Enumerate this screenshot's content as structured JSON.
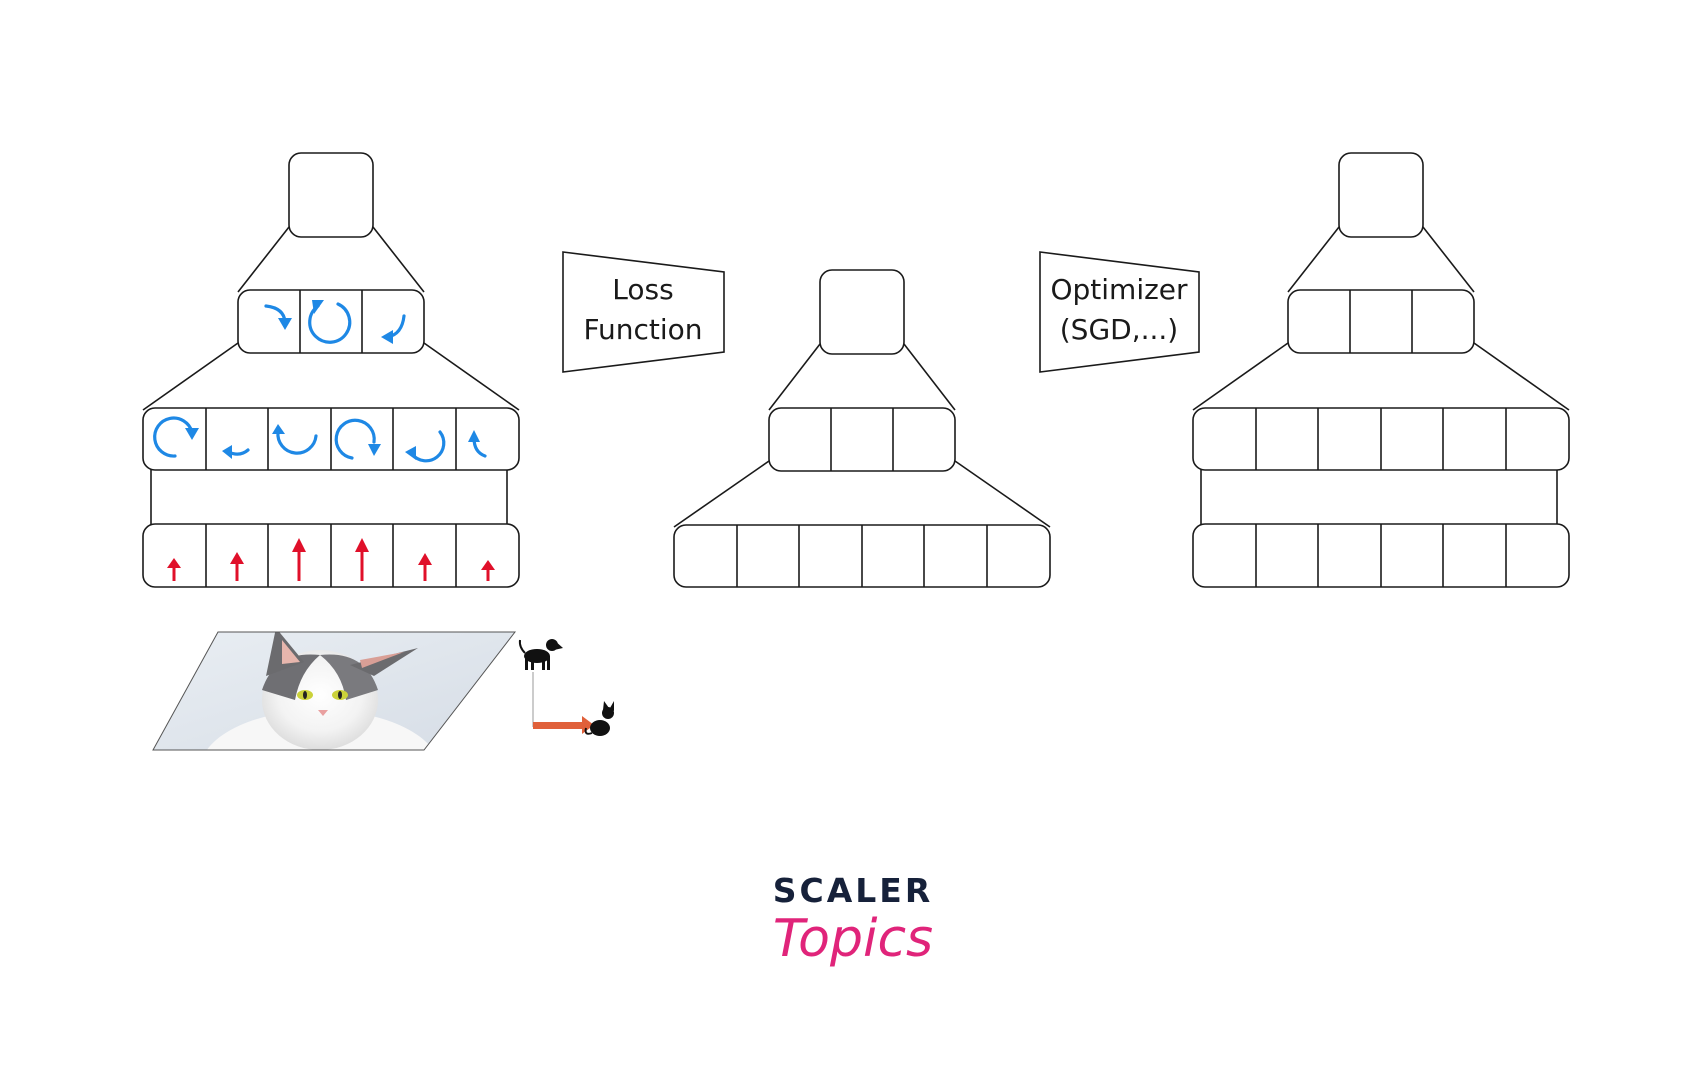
{
  "loss_box": {
    "line1": "Loss",
    "line2": "Function"
  },
  "optimizer_box": {
    "line1": "Optimizer",
    "line2": "(SGD,...)"
  },
  "logo": {
    "brand": "SCALER",
    "product": "Topics"
  },
  "icons": {
    "update_arrow": "blue-rotation-arrow-icon",
    "gradient_arrow": "red-up-arrow-icon",
    "dog": "dog-silhouette-icon",
    "cat": "cat-silhouette-icon",
    "input_image": "cat-photo"
  },
  "colors": {
    "stroke": "#1a1a1a",
    "blue_arrow": "#1e88e5",
    "red_arrow": "#e0102a",
    "orange_arrow": "#e0603a",
    "logo_dark": "#16213a",
    "logo_pink": "#e0247a"
  }
}
